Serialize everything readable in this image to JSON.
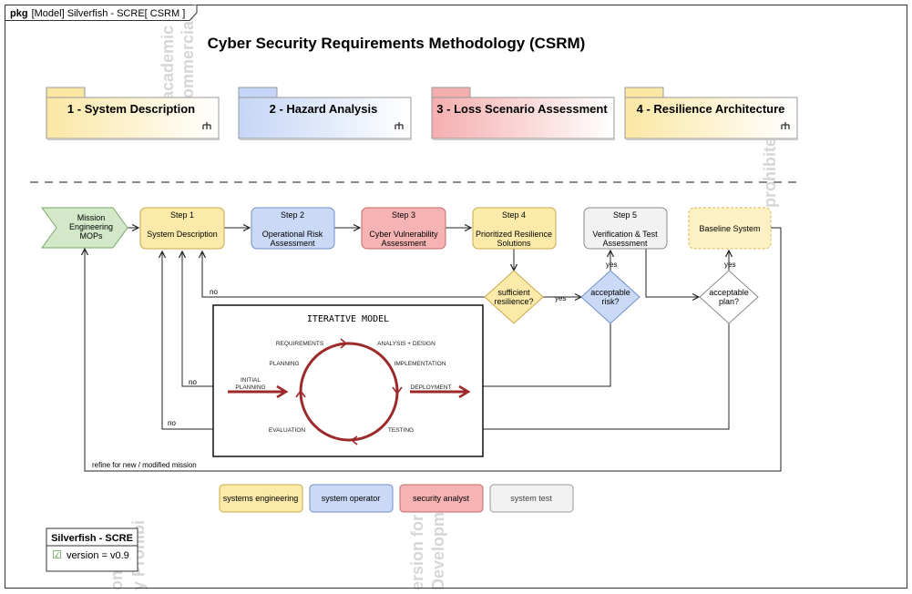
{
  "frame": {
    "kind": "pkg",
    "label": "[Model] Silverfish - SCRE[ CSRM ]"
  },
  "title": "Cyber Security Requirements Methodology (CSRM)",
  "packages": [
    {
      "label": "1 - System Description",
      "fill": "#fbeaa9"
    },
    {
      "label": "2 - Hazard Analysis",
      "fill": "#c9d9f6"
    },
    {
      "label": "3 - Loss Scenario Assessment",
      "fill": "#f5b3b3"
    },
    {
      "label": "4 - Resilience Architecture",
      "fill": "#fbeaa9"
    }
  ],
  "flow": {
    "start": {
      "line1": "Mission",
      "line2": "Engineering",
      "line3": "MOPs"
    },
    "steps": [
      {
        "step": "Step 1",
        "line1": "System Description",
        "line2": ""
      },
      {
        "step": "Step 2",
        "line1": "Operational Risk",
        "line2": "Assessment"
      },
      {
        "step": "Step 3",
        "line1": "Cyber Vulnerability",
        "line2": "Assessment"
      },
      {
        "step": "Step 4",
        "line1": "Prioritized Resilience",
        "line2": "Solutions"
      },
      {
        "step": "Step 5",
        "line1": "Verification & Test",
        "line2": "Assessment"
      }
    ],
    "baseline": "Baseline System",
    "decisions": [
      {
        "line1": "sufficient",
        "line2": "resilience?"
      },
      {
        "line1": "acceptable",
        "line2": "risk?"
      },
      {
        "line1": "acceptable",
        "line2": "plan?"
      }
    ],
    "edge_labels": {
      "no": "no",
      "yes": "yes",
      "refine": "refine for new / modified mission"
    }
  },
  "iterative_model": {
    "title": "ITERATIVE MODEL",
    "stages": {
      "requirements": "REQUIREMENTS",
      "analysis_design": "ANALYSIS + DESIGN",
      "planning": "PLANNING",
      "implementation": "IMPLEMENTATION",
      "initial_planning_1": "INITIAL",
      "initial_planning_2": "PLANNING",
      "deployment": "DEPLOYMENT",
      "evaluation": "EVALUATION",
      "testing": "TESTING"
    }
  },
  "legend": [
    {
      "label": "systems engineering",
      "fill": "#fbeaa9"
    },
    {
      "label": "system operator",
      "fill": "#c9d9f6"
    },
    {
      "label": "security analyst",
      "fill": "#f5b3b3"
    },
    {
      "label": "system test",
      "fill": "#f2f2f2"
    }
  ],
  "version_box": {
    "title": "Silverfish - SCRE",
    "check": "☑",
    "text": "version = v0.9"
  },
  "watermarks": [
    "academic",
    "commercial",
    "prohibited",
    "only",
    "y Prohibi",
    "ersion for",
    "Developm"
  ],
  "colors": {
    "yellow": "#fbeaa9",
    "blue": "#c9d9f6",
    "red": "#f5b3b3",
    "gray": "#f2f2f2",
    "green": "#cfe6c6",
    "arrow_red": "#9c2a2a"
  },
  "icons": {
    "package_tree": "package-tree-icon"
  }
}
